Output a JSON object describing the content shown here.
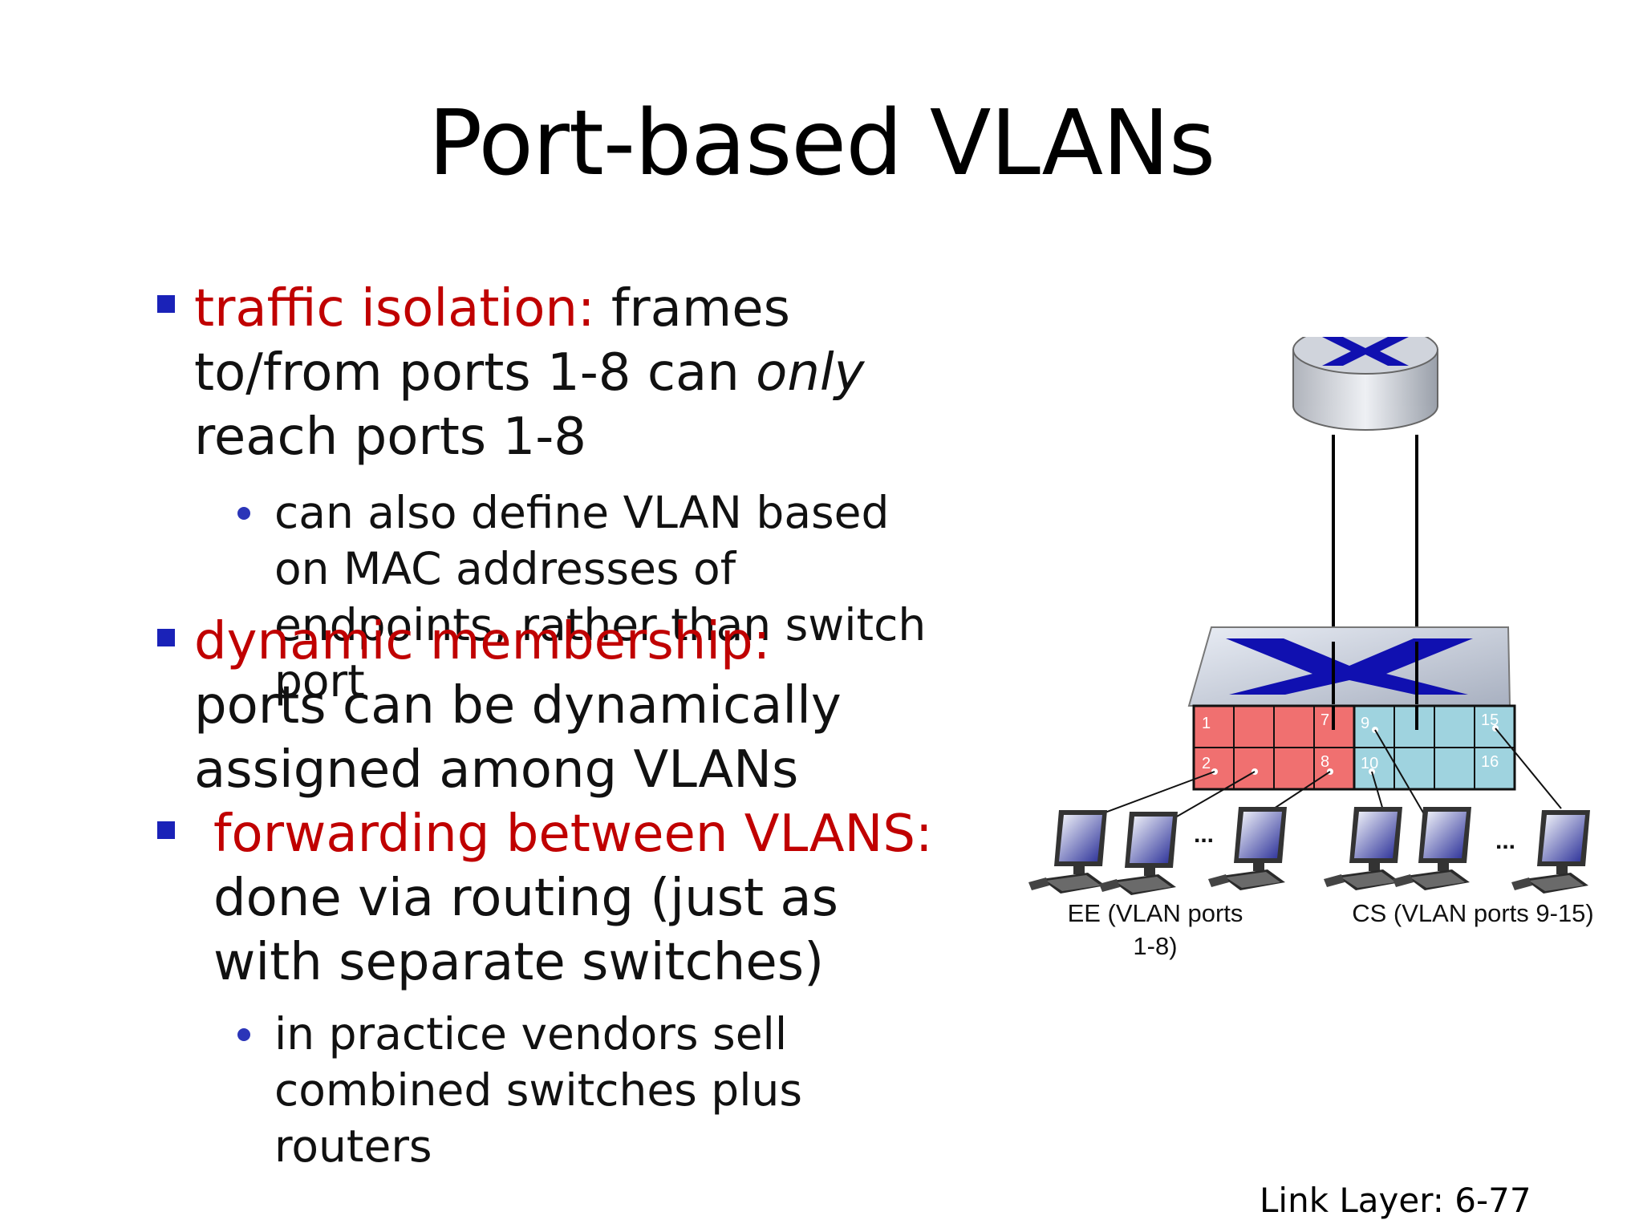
{
  "slide": {
    "title": "Port-based VLANs",
    "footer": "Link Layer: 6-77"
  },
  "bullets": {
    "b1": {
      "heading": "traffic isolation:",
      "line1_rest": " frames",
      "line2_start": "to/from ports 1-8 can ",
      "line2_italic": "only",
      "line3": "reach ports 1-8",
      "sub": [
        "can also define VLAN based",
        "on MAC addresses of",
        "endpoints, rather than switch",
        "port"
      ]
    },
    "b2": {
      "heading": "dynamic membership:",
      "line2": "ports can be dynamically",
      "line3": "assigned among VLANs"
    },
    "b3": {
      "heading": "forwarding between VLANS:",
      "line2": "done via routing (just as",
      "line3": "with separate switches)",
      "sub": [
        "in practice vendors sell",
        "combined switches plus",
        "routers"
      ]
    }
  },
  "diagram": {
    "ports_ee": [
      "1",
      "2",
      "7",
      "8"
    ],
    "ports_cs": [
      "9",
      "10",
      "15",
      "16"
    ],
    "ellipsis": "...",
    "label_ee_line1": "EE (VLAN ports",
    "label_ee_line2": "1-8)",
    "label_cs": "CS (VLAN ports 9-15)",
    "colors": {
      "ee_vlan": "#f07070",
      "cs_vlan": "#9fd3df",
      "accent_blue": "#1010b0"
    }
  }
}
